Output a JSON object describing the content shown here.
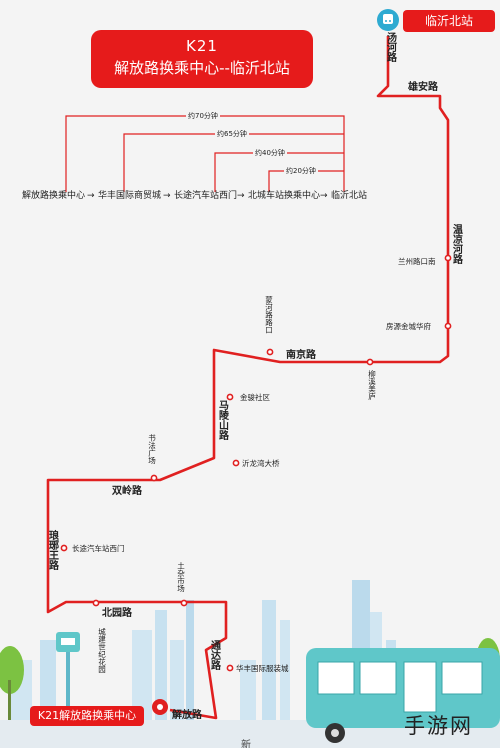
{
  "title": {
    "code": "K21",
    "route_name": "解放路换乘中心--临沂北站"
  },
  "terminal_label": "临沂北站",
  "start_label": "K21解放路换乘中心",
  "express": {
    "stations": [
      "解放路换乘中心",
      "华丰国际商贸城",
      "长途汽车站西门",
      "北城车站换乘中心",
      "临沂北站"
    ],
    "durations": [
      "约70分钟",
      "约65分钟",
      "约40分钟",
      "约20分钟"
    ]
  },
  "roads": [
    "汤河路",
    "雄安路",
    "温凉河路",
    "南京路",
    "马陵山路",
    "双岭路",
    "琅琊王路",
    "北园路",
    "通达路",
    "解放路"
  ],
  "stops": [
    "兰州路口南",
    "房源金城华府",
    "蒙河路路口",
    "柳溪美庐",
    "金骏社区",
    "沂龙湾大桥",
    "书法广场",
    "长途汽车站西门",
    "土杂市场",
    "城建世纪花园",
    "华丰国际服装城"
  ],
  "watermark": "手游网",
  "footer_text": "新",
  "colors": {
    "route": "#e02020",
    "label_bg": "#e61b1b",
    "station_dot": "#e02020",
    "terminal_icon": "#2eaad1",
    "bus": "#5fc7c9",
    "skyline": "#a9d2ea",
    "tree": "#7cc242"
  }
}
